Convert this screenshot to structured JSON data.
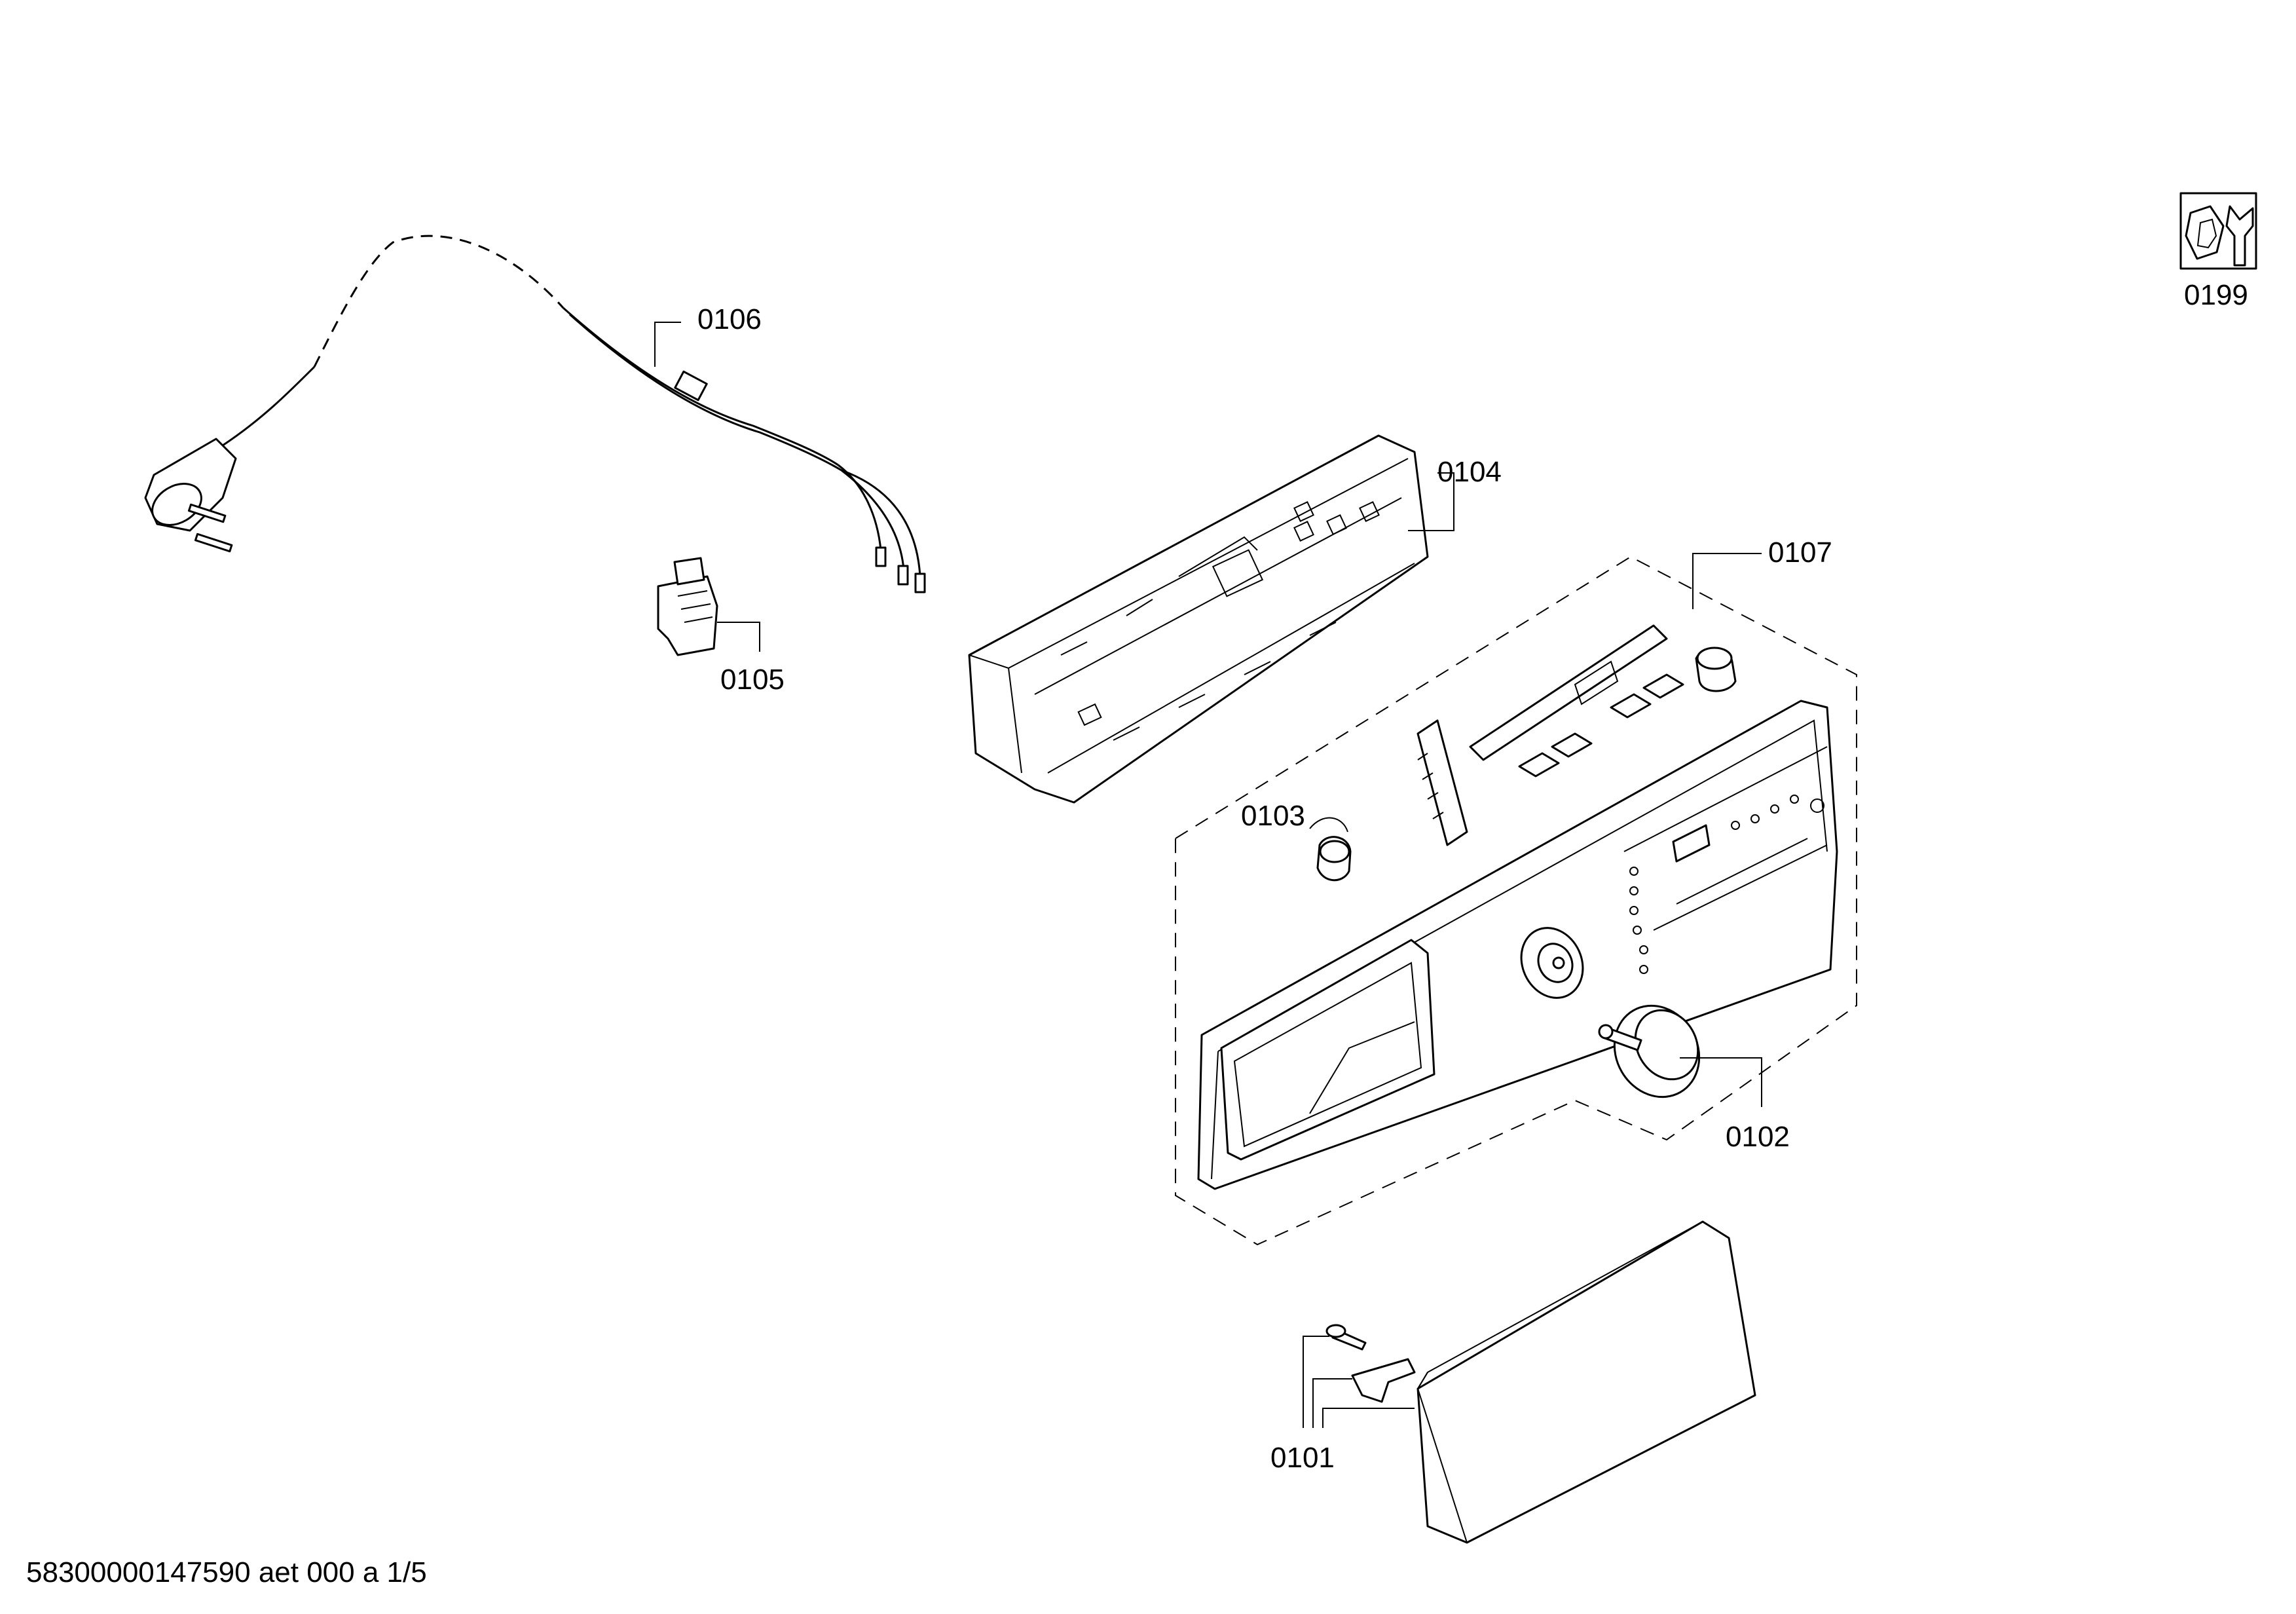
{
  "callouts": {
    "c0101": "0101",
    "c0102": "0102",
    "c0103": "0103",
    "c0104": "0104",
    "c0105": "0105",
    "c0106": "0106",
    "c0107": "0107",
    "c0199": "0199"
  },
  "footer": {
    "code": "58300000147590 aet 000 a 1/5"
  },
  "icons": {
    "service_badge": "nut-wrench-icon"
  }
}
